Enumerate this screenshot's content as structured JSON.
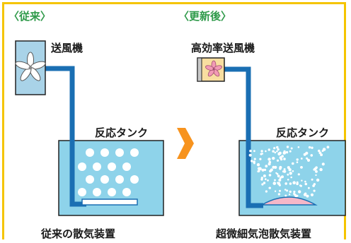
{
  "sections": {
    "before": {
      "header": "〈従来〉",
      "blower_label": "送風機",
      "tank_label": "反応タンク",
      "caption": "従来の散気装置"
    },
    "after": {
      "header": "〈更新後〉",
      "blower_label": "高効率送風機",
      "tank_label": "反応タンク",
      "caption": "超微細気泡散気装置"
    }
  },
  "colors": {
    "frame": "#f5c400",
    "header_text": "#2f9a4a",
    "pipe": "#1a6fb3",
    "water": "#8ed3ea",
    "bubble_before": "#ffffff",
    "diffuser_after": "#f5b7c8",
    "blower_before": "#a9d3e8",
    "blower_after": "#f8dea0",
    "arrow": "#f7931e"
  },
  "icons": {
    "fan": "fan-icon",
    "arrow": "arrow-right-icon"
  }
}
